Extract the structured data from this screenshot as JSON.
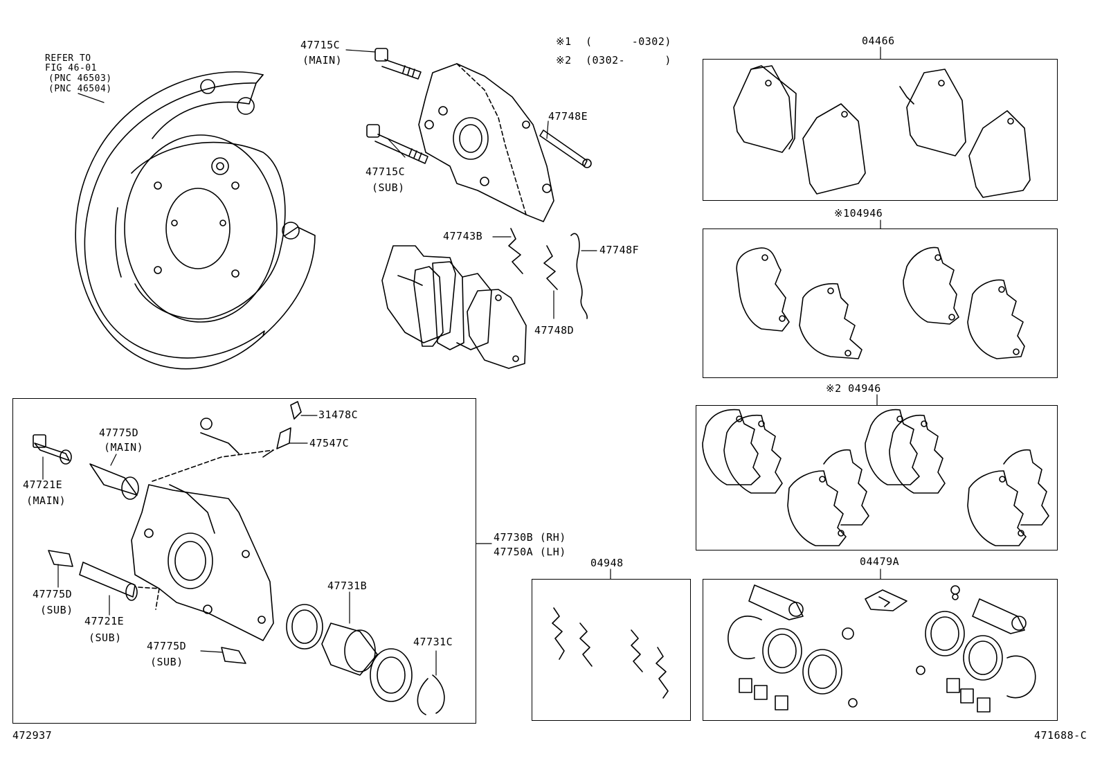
{
  "backing_plate": {
    "refer_lines": [
      "REFER TO",
      "FIG 46-01",
      "(PNC 46503)",
      "(PNC 46504)"
    ]
  },
  "top_caliper": {
    "bolt_main_code": "47715C",
    "bolt_main_tag": "(MAIN)",
    "bolt_sub_code": "47715C",
    "bolt_sub_tag": "(SUB)",
    "pin_code": "47748E",
    "clip_code": "47743B",
    "spring_code": "47748F",
    "clip2_code": "47748D"
  },
  "notes": {
    "note1_mark": "※1",
    "note1_range": "(      -0302)",
    "note2_mark": "※2",
    "note2_range": "(0302-      )"
  },
  "kits": {
    "pad_kit": "04466",
    "shim_kit_1": "※104946",
    "shim_kit_2": "※2 04946",
    "fitting_kit": "04948",
    "seal_kit": "04479A"
  },
  "caliper_assy": {
    "bleeder_cap": "31478C",
    "bleeder_plug": "47547C",
    "boot_main_code": "47775D",
    "boot_main_tag": "(MAIN)",
    "pin_main_code": "47721E",
    "pin_main_tag": "(MAIN)",
    "boot_sub_code": "47775D",
    "boot_sub_tag": "(SUB)",
    "pin_sub_code": "47721E",
    "pin_sub_tag": "(SUB)",
    "boot_sub2_code": "47775D",
    "boot_sub2_tag": "(SUB)",
    "piston_code": "47731B",
    "ring_code": "47731C",
    "assy_rh": "47730B (RH)",
    "assy_lh": "47750A (LH)"
  },
  "footer": {
    "left_id": "472937",
    "right_id": "471688-C"
  }
}
